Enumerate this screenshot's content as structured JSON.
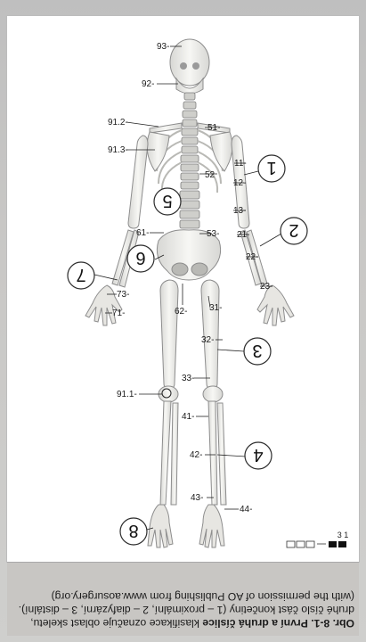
{
  "figure": {
    "labels": {
      "skull_upper": "93-",
      "skull_lower": "92-",
      "clavicle_left": "91.2-",
      "scapula_left": "91.3-",
      "clavicle_right": "51-",
      "spine_thoracic": "52",
      "humerus_prox": "11-",
      "humerus_shaft": "12-",
      "humerus_dist": "13-",
      "forearm_prox": "21-",
      "forearm_shaft": "22-",
      "forearm_dist": "23-",
      "pelvis_left": "61-",
      "spine_lumbar": "53-",
      "hand_left_a": "73-",
      "hand_left_b": "71-",
      "sacrum": "62-",
      "femur_prox": "31-",
      "femur_shaft": "32-",
      "femur_dist": "33-",
      "patella": "91.1-",
      "tibia_prox": "41-",
      "tibia_shaft": "42-",
      "tibia_dist": "43-",
      "ankle": "44-"
    },
    "circles": {
      "c1": "1",
      "c2": "2",
      "c3": "3",
      "c4": "4",
      "c5": "5",
      "c6": "6",
      "c7": "7",
      "c8": "8"
    },
    "scale_text": "3 1"
  },
  "caption": {
    "lead": "Obr. 8-1.",
    "bold_phrase": "První a druhá číslice",
    "text": "klasifikace označuje oblast skeletu, druhé číslo část končetiny (1 – proximální, 2 – diafyzární, 3 – distální). (with the permission of AO Publishing from www.aosurgery.org)"
  },
  "colors": {
    "bone": "#ecebe7",
    "bone_edge": "#8d8d8d",
    "leader": "#222222",
    "circle_fill": "#ffffff",
    "circle_edge": "#2b2b2b"
  }
}
